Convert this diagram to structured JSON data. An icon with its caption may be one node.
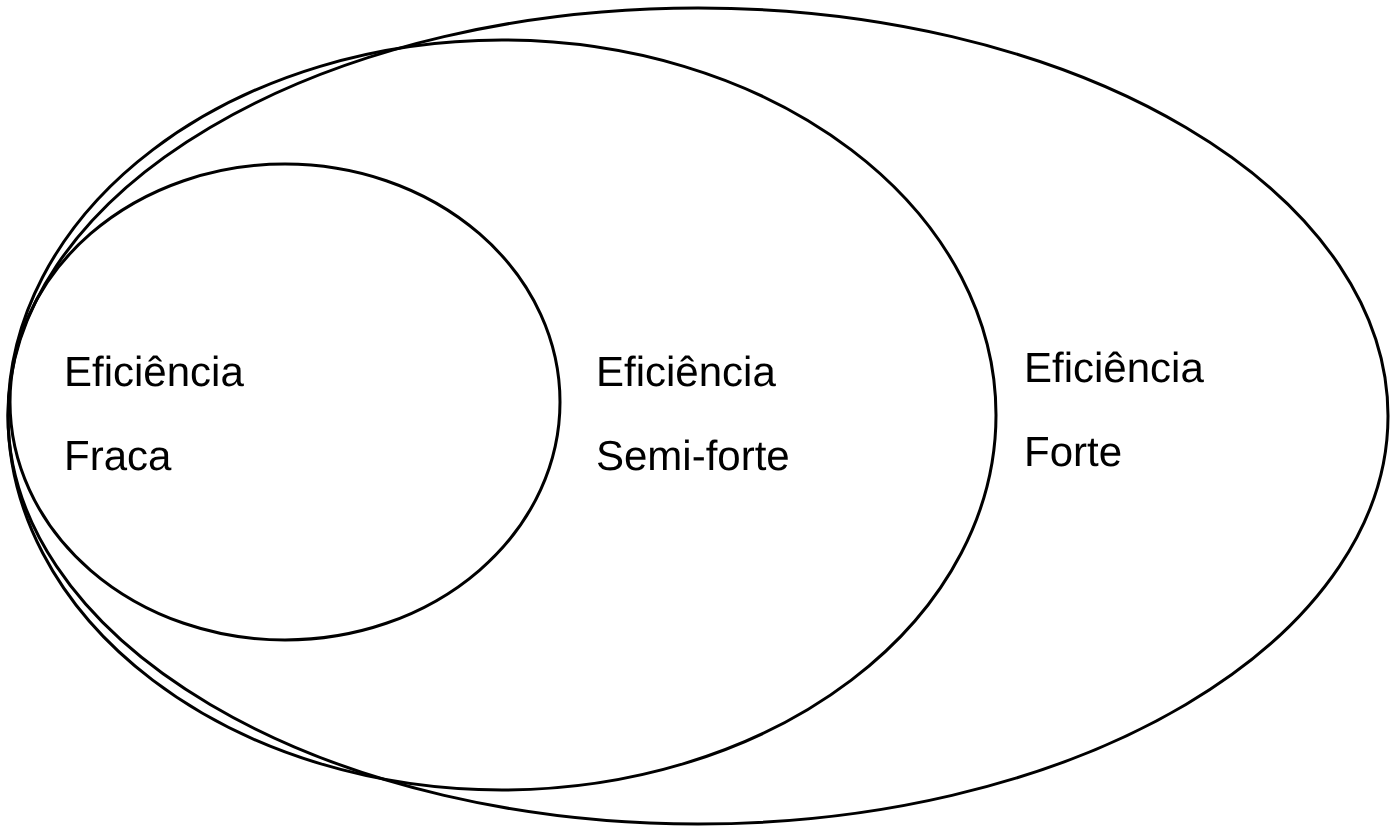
{
  "diagram": {
    "nodes": [
      {
        "text": [
          "Eficiência Forte"
        ]
      },
      {
        "text": [
          "Eficiência Semi-forte"
        ],
        "in": 0
      },
      {
        "text": [
          "Eficiência Fraca"
        ],
        "in": 1
      }
    ]
  }
}
